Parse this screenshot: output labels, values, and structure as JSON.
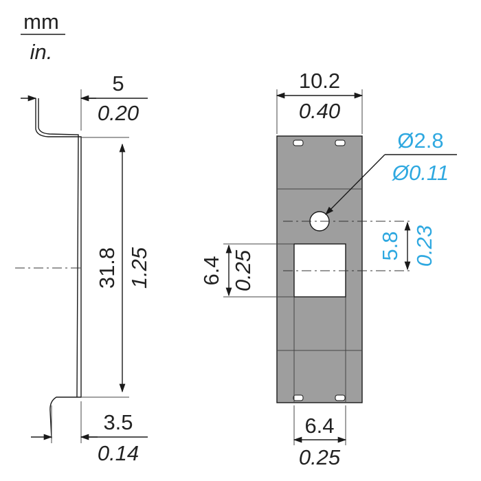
{
  "units": {
    "metric": "mm",
    "imperial": "in."
  },
  "side_view": {
    "top_width": {
      "mm": "5",
      "in": "0.20"
    },
    "height": {
      "mm": "31.8",
      "in": "1.25"
    },
    "bottom_width": {
      "mm": "3.5",
      "in": "0.14"
    }
  },
  "front_view": {
    "width": {
      "mm": "10.2",
      "in": "0.40"
    },
    "hole_diameter": {
      "mm": "Ø2.8",
      "in": "Ø0.11"
    },
    "hole_offset": {
      "mm": "5.8",
      "in": "0.23"
    },
    "window_height": {
      "mm": "6.4",
      "in": "0.25"
    },
    "bottom_width": {
      "mm": "6.4",
      "in": "0.25"
    }
  },
  "colors": {
    "accent": "#2ea8e0",
    "part_fill": "#9e9e9e",
    "line": "#1a1a1a"
  }
}
